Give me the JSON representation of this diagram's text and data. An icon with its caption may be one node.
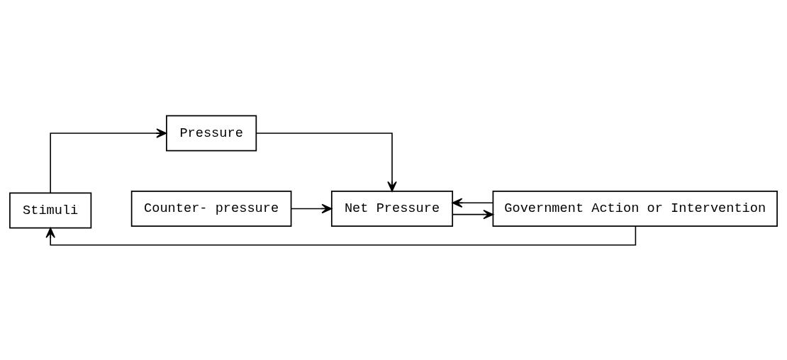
{
  "diagram": {
    "nodes": [
      {
        "text": [
          "Stimuli"
        ]
      },
      {
        "text": [
          "Pressure"
        ]
      },
      {
        "text": [
          "Net Pressure"
        ]
      },
      {
        "text": [
          "Government Action or Intervention"
        ]
      },
      {
        "text": [
          "Counter- pressure"
        ]
      }
    ],
    "edges": [
      {
        "from": 0,
        "to": 1,
        "arrow": "to"
      },
      {
        "from": 1,
        "to": 2,
        "arrow": "to"
      },
      {
        "from": 4,
        "to": 2,
        "arrow": "to"
      },
      {
        "from": 2,
        "to": 3,
        "arrow": "to"
      },
      {
        "from": 3,
        "to": 2,
        "arrow": "to"
      },
      {
        "from": 3,
        "to": 0,
        "arrow": "to"
      }
    ]
  }
}
